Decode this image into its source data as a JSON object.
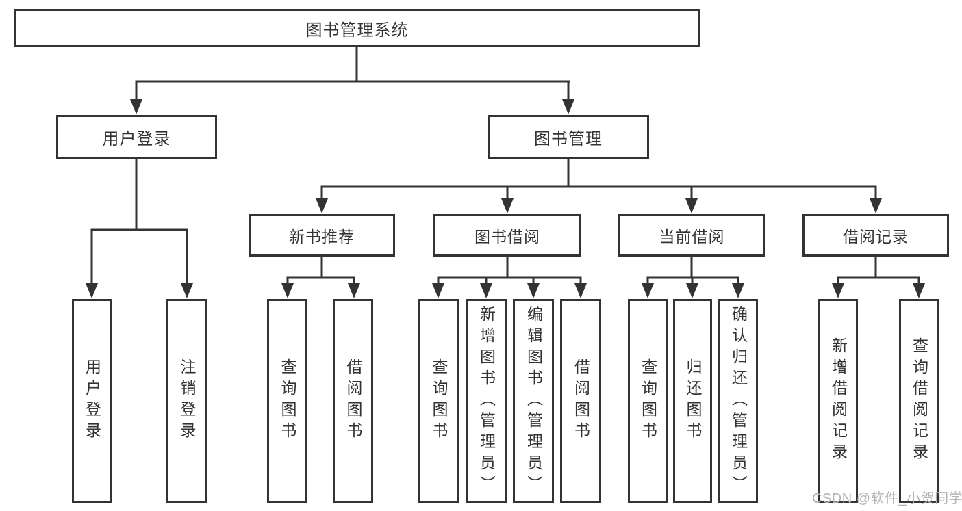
{
  "diagram": {
    "root": {
      "label": "图书管理系统"
    },
    "login_branch": {
      "label": "用户登录",
      "leaves": [
        {
          "label": "用户登录"
        },
        {
          "label": "注销登录"
        }
      ]
    },
    "mgmt_branch": {
      "label": "图书管理",
      "groups": [
        {
          "label": "新书推荐",
          "leaves": [
            {
              "label": "查询图书"
            },
            {
              "label": "借阅图书"
            }
          ]
        },
        {
          "label": "图书借阅",
          "leaves": [
            {
              "label": "查询图书"
            },
            {
              "label": "新增图书（管理员）"
            },
            {
              "label": "编辑图书（管理员）"
            },
            {
              "label": "借阅图书"
            }
          ]
        },
        {
          "label": "当前借阅",
          "leaves": [
            {
              "label": "查询图书"
            },
            {
              "label": "归还图书"
            },
            {
              "label": "确认归还（管理员）"
            }
          ]
        },
        {
          "label": "借阅记录",
          "leaves": [
            {
              "label": "新增借阅记录"
            },
            {
              "label": "查询借阅记录"
            }
          ]
        }
      ]
    }
  },
  "watermark": {
    "text": "CSDN @软件_小贺同学"
  },
  "colors": {
    "line": "#333333",
    "box_border": "#333333",
    "box_background": "#ffffff",
    "text": "#333333",
    "watermark": "#b3b3b3",
    "background": "#ffffff"
  }
}
